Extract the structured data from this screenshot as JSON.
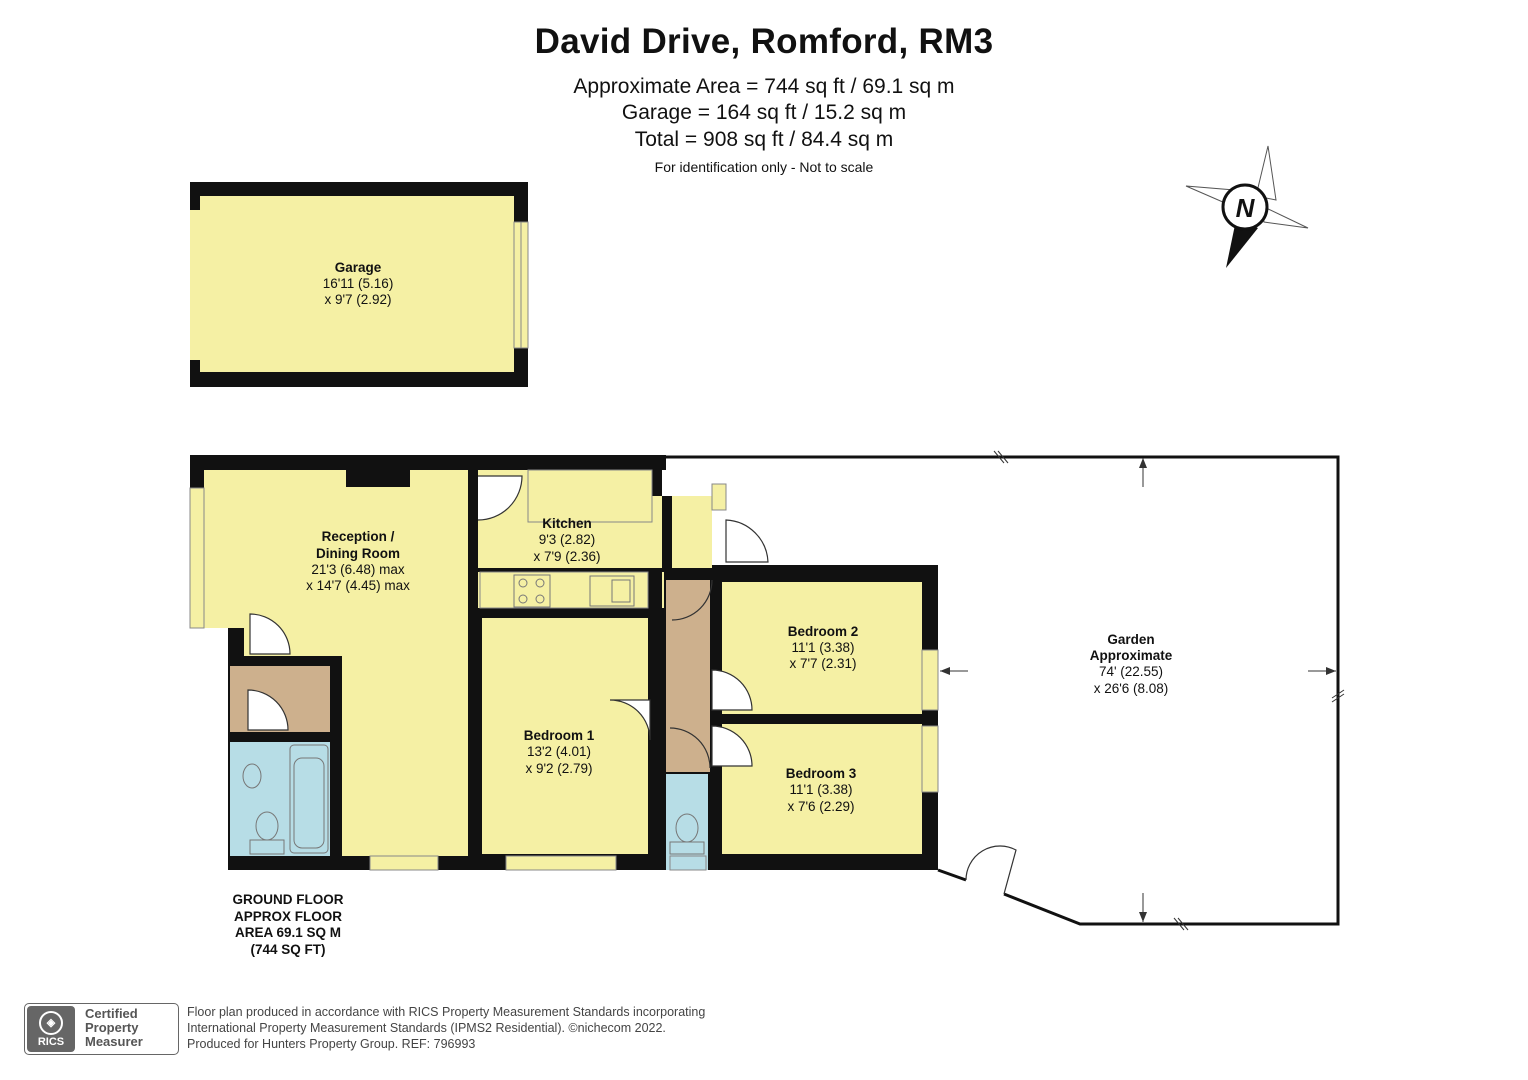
{
  "header": {
    "title": "David Drive, Romford, RM3",
    "area_line": "Approximate Area = 744 sq ft / 69.1 sq m",
    "garage_line": "Garage = 164 sq ft / 15.2 sq m",
    "total_line": "Total = 908 sq ft / 84.4 sq m",
    "note": "For identification only - Not to scale"
  },
  "compass": {
    "letter": "N"
  },
  "rooms": {
    "garage": {
      "name": "Garage",
      "dim1": "16'11 (5.16)",
      "dim2": "x 9'7 (2.92)"
    },
    "reception": {
      "name1": "Reception /",
      "name2": "Dining Room",
      "dim1": "21'3 (6.48) max",
      "dim2": "x 14'7 (4.45) max"
    },
    "kitchen": {
      "name": "Kitchen",
      "dim1": "9'3 (2.82)",
      "dim2": "x 7'9 (2.36)"
    },
    "bedroom1": {
      "name": "Bedroom 1",
      "dim1": "13'2 (4.01)",
      "dim2": "x 9'2 (2.79)"
    },
    "bedroom2": {
      "name": "Bedroom 2",
      "dim1": "11'1 (3.38)",
      "dim2": "x 7'7 (2.31)"
    },
    "bedroom3": {
      "name": "Bedroom 3",
      "dim1": "11'1 (3.38)",
      "dim2": "x 7'6 (2.29)"
    },
    "garden": {
      "name1": "Garden",
      "name2": "Approximate",
      "dim1": "74' (22.55)",
      "dim2": "x 26'6 (8.08)"
    }
  },
  "floor_label": {
    "line1": "GROUND FLOOR",
    "line2": "APPROX FLOOR",
    "line3": "AREA 69.1 SQ M",
    "line4": "(744 SQ FT)"
  },
  "badge": {
    "logo_text": "RICS",
    "line1": "Certified",
    "line2": "Property",
    "line3": "Measurer"
  },
  "footer": {
    "line1": "Floor plan produced in accordance with RICS Property Measurement Standards incorporating",
    "line2": "International Property Measurement Standards (IPMS2 Residential).  ©nichecom 2022.",
    "line3": "Produced for Hunters Property Group. REF: 796993"
  },
  "colors": {
    "room_fill": "#f5f0a4",
    "hall_fill": "#cdb08d",
    "bath_fill": "#b7dde6",
    "wall": "#111111"
  }
}
